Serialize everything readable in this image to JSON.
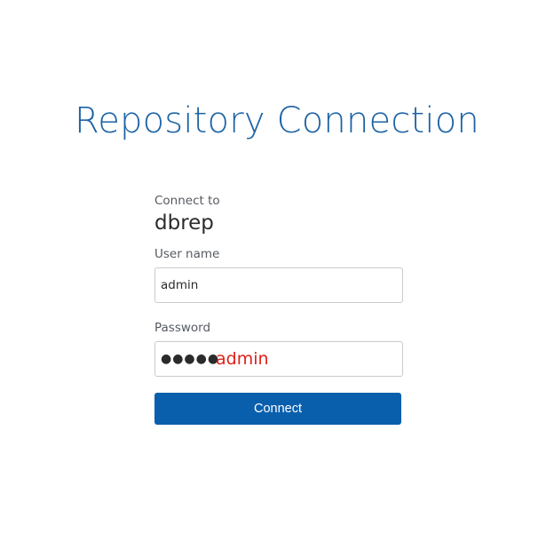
{
  "page": {
    "title": "Repository Connection"
  },
  "form": {
    "connect_to_label": "Connect to",
    "connect_to_value": "dbrep",
    "username_label": "User name",
    "username_value": "admin",
    "password_label": "Password",
    "password_masked": "●●●●●",
    "password_annotation": "admin",
    "connect_button_label": "Connect"
  },
  "colors": {
    "title": "#1d63a6",
    "button": "#0a5fad",
    "annotation": "#e0201a"
  }
}
